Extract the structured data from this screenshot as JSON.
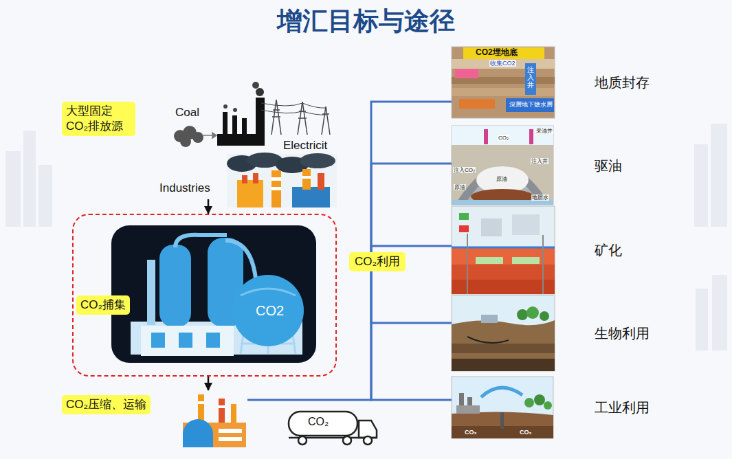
{
  "diagram": {
    "title": "增汇目标与途径",
    "nodes": [
      {
        "text": [
          "大型固定 CO₂排放源"
        ]
      },
      {
        "text": [
          "CO₂捕集"
        ]
      },
      {
        "text": [
          "CO₂压缩、运输"
        ]
      },
      {
        "text": [
          "CO₂利用"
        ]
      },
      {
        "text": [
          "地质封存"
        ]
      },
      {
        "text": [
          "驱油"
        ]
      },
      {
        "text": [
          "矿化"
        ]
      },
      {
        "text": [
          "生物利用"
        ]
      },
      {
        "text": [
          "工业利用"
        ]
      }
    ],
    "edges": [
      {
        "from": 0,
        "to": 1,
        "arrow": "to"
      },
      {
        "from": 1,
        "to": 2,
        "arrow": "to"
      },
      {
        "from": 2,
        "to": 3,
        "arrow": "none"
      },
      {
        "from": 3,
        "to": 4,
        "arrow": "none"
      },
      {
        "from": 3,
        "to": 5,
        "arrow": "none"
      },
      {
        "from": 3,
        "to": 6,
        "arrow": "none"
      },
      {
        "from": 3,
        "to": 7,
        "arrow": "none"
      },
      {
        "from": 3,
        "to": 8,
        "arrow": "none"
      }
    ],
    "labels": [
      "Coal",
      "Electricit",
      "Industries",
      "CO2",
      "CO₂",
      "CO2埋地底",
      "收集CO2",
      "注入井",
      "深層地下鹽水層",
      "CO₂",
      "采油井",
      "注入井",
      "注入CO₂",
      "原油",
      "原油",
      "地层水",
      "CO₂",
      "CO₂"
    ]
  }
}
